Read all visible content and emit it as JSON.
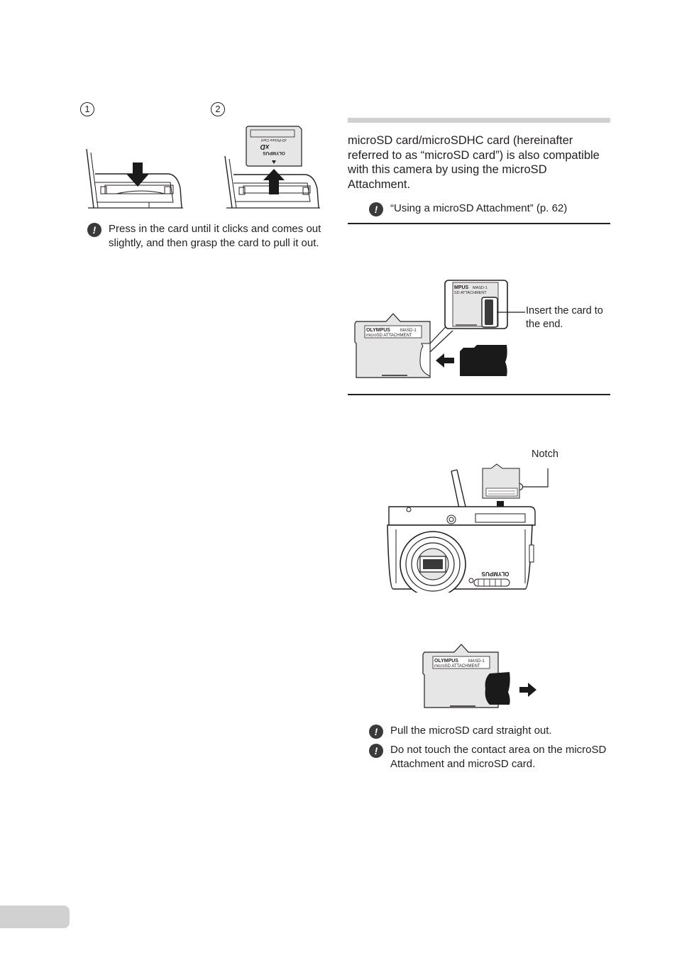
{
  "left": {
    "step1": "1",
    "step2": "2",
    "card_brand": "OLYMPUS",
    "card_logo": "xD",
    "card_subtitle": "xD-Picture Card",
    "note": "Press in the card until it clicks and comes out slightly, and then grasp the card to pull it out."
  },
  "right": {
    "intro": "microSD card/microSDHC card (hereinafter referred to as “microSD card”) is also compatible with this camera by using the microSD Attachment.",
    "reference_note": "“Using a microSD Attachment” (p. 62)",
    "insert_label": "Insert the card to the end.",
    "notch_label": "Notch",
    "adapter_brand": "OLYMPUS",
    "adapter_model": "MASD-1",
    "adapter_caption": "microSD ATTACHMENT",
    "adapter_brand_cropped": "MPUS",
    "adapter_model_cropped": "MASD-1",
    "adapter_caption_cropped": "SD ATTACHMENT",
    "camera_brand": "OLYMPUS",
    "note_pull": "Pull the microSD card straight out.",
    "note_contact": "Do not touch the contact area on the microSD Attachment and microSD card."
  },
  "icons": {
    "caution": "caution-icon",
    "arrow": "arrow-icon"
  },
  "colors": {
    "text": "#231f20",
    "tab": "#d1d1d1",
    "card_fill": "#e6e6e6",
    "dark": "#1a1a1a"
  }
}
